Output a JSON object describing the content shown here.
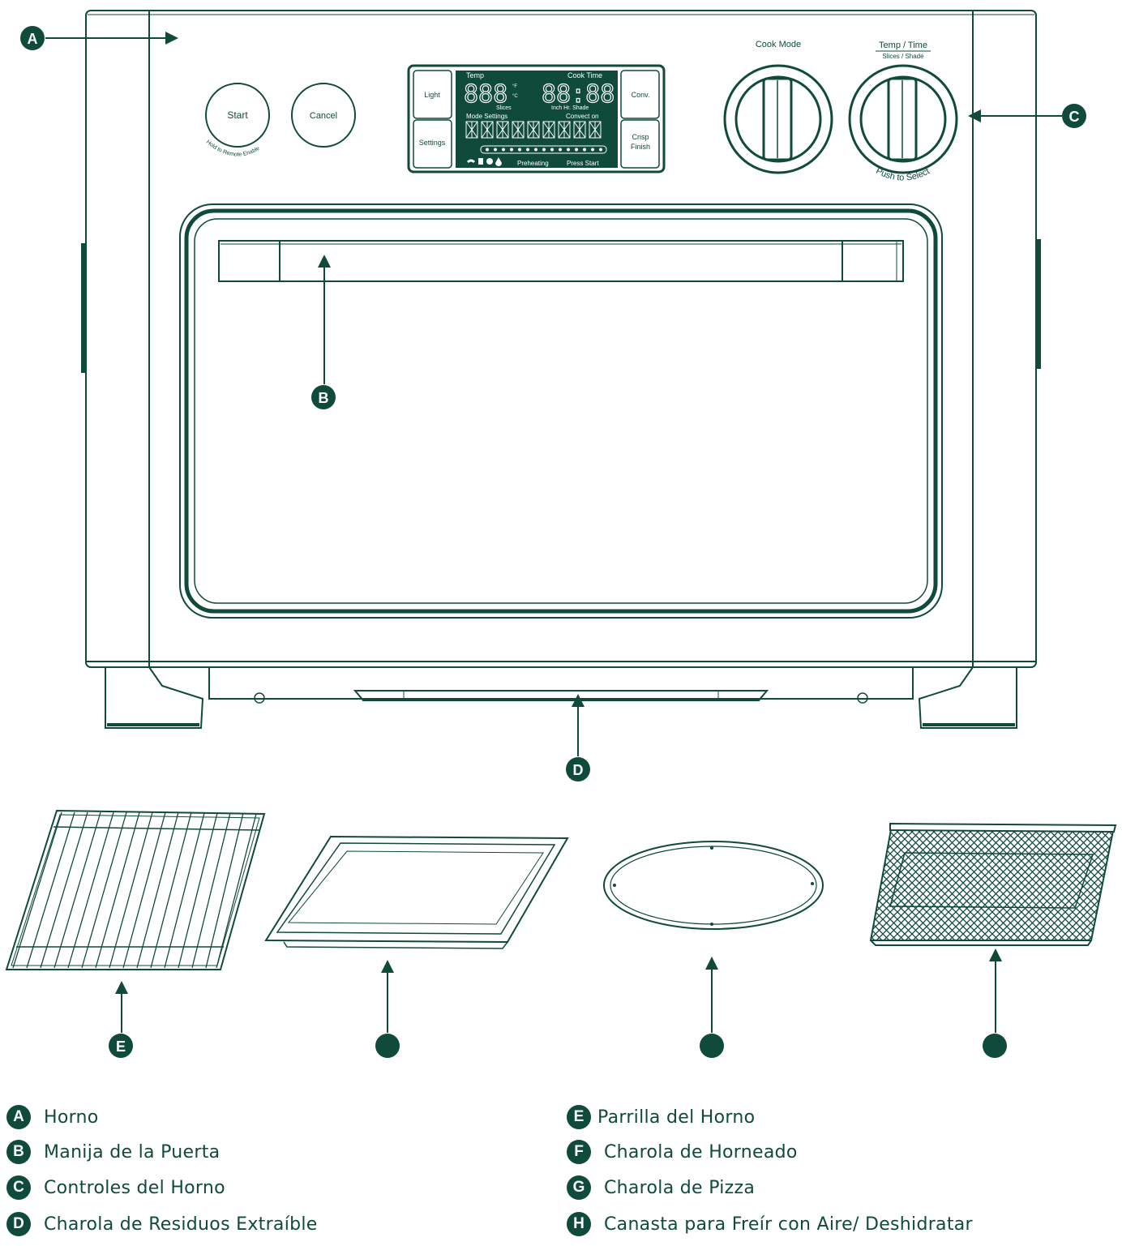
{
  "colors": {
    "ink": "#0f4a3b",
    "background": "#ffffff"
  },
  "oven_labels": {
    "start": "Start",
    "start_sub": "Hold to Remote Enable",
    "cancel": "Cancel",
    "light": "Light",
    "settings": "Settings",
    "conv": "Conv.",
    "crisp": "Crisp",
    "finish": "Finish",
    "temp": "Temp",
    "cook_time": "Cook Time",
    "digits_temp": "888",
    "digits_time": "88:88",
    "deg_f": "°F",
    "deg_c": "°C",
    "slices": "Slices",
    "inch_shade": "Inch Hr. Shade",
    "mode_settings": "Mode Settings",
    "convect_on": "Convect on",
    "preheating": "Preheating",
    "press_start": "Press Start",
    "cook_mode": "Cook Mode",
    "temp_time": "Temp / Time",
    "slices_shade": "Slices / Shade",
    "push_to_select": "Push to Select"
  },
  "callouts": {
    "a": "A",
    "b": "B",
    "c": "C",
    "d": "D",
    "e": "E",
    "f": "",
    "g": "",
    "h": ""
  },
  "legend": [
    {
      "letter": "A",
      "text": "Horno"
    },
    {
      "letter": "B",
      "text": "Manija de la Puerta"
    },
    {
      "letter": "C",
      "text": "Controles del Horno"
    },
    {
      "letter": "D",
      "text": "Charola de Residuos Extraíble"
    },
    {
      "letter": "E",
      "text": "Parrilla del Horno"
    },
    {
      "letter": "F",
      "text": "Charola de Horneado"
    },
    {
      "letter": "G",
      "text": "Charola de Pizza"
    },
    {
      "letter": "H",
      "text": "Canasta para Freír con Aire/ Deshidratar"
    }
  ]
}
